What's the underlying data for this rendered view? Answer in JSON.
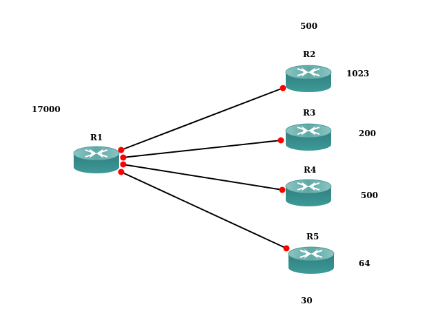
{
  "topology": {
    "routers": [
      {
        "id": "R1",
        "label": "R1"
      },
      {
        "id": "R2",
        "label": "R2"
      },
      {
        "id": "R3",
        "label": "R3"
      },
      {
        "id": "R4",
        "label": "R4"
      },
      {
        "id": "R5",
        "label": "R5"
      }
    ],
    "links": [
      {
        "from": "R1",
        "to": "R2"
      },
      {
        "from": "R1",
        "to": "R3"
      },
      {
        "from": "R1",
        "to": "R4"
      },
      {
        "from": "R1",
        "to": "R5"
      }
    ],
    "numbers": {
      "r1_value": "17000",
      "top_value": "500",
      "r2_value": "1023",
      "r3_value": "200",
      "r4_value": "500",
      "r5_value": "64",
      "bottom_value": "30"
    }
  },
  "colors": {
    "router_body": "#3b8a89",
    "router_top": "#6fb0ae",
    "link_line": "#000000",
    "port_dot": "#ff0000"
  }
}
